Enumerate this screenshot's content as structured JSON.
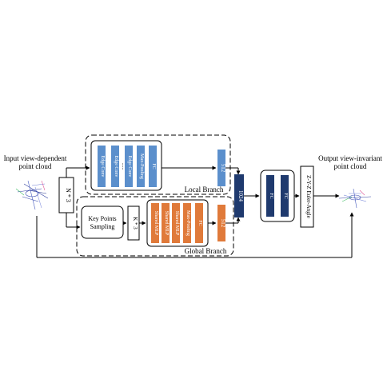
{
  "input": {
    "label_line1": "Input view-dependent",
    "label_line2": "point cloud"
  },
  "output": {
    "label_line1": "Output view-invariant",
    "label_line2": "point cloud"
  },
  "nx3": "N * 3",
  "kx3": "K * 3",
  "keypoints": {
    "line1": "Key Points",
    "line2": "Sampling"
  },
  "local_branch": {
    "label": "Local Branch",
    "layers": [
      "Edge Conv",
      "Edge Conv",
      "......",
      "Edge Conv",
      "Max-Pooling",
      "FC"
    ],
    "feature": "512"
  },
  "global_branch": {
    "label": "Global Branch",
    "layers": [
      "Shared MLP",
      "Shared MLP",
      "Shared MLP",
      "Max-Pooling",
      "FC"
    ],
    "feature": "512"
  },
  "concat": "1024",
  "fc_block": [
    "FC",
    "FC"
  ],
  "euler": "Z-Y-Z Euler-Angle",
  "colors": {
    "blue": "#5b8fcc",
    "orange": "#e07a3a",
    "navy": "#1f3a6e",
    "line": "#000000"
  }
}
